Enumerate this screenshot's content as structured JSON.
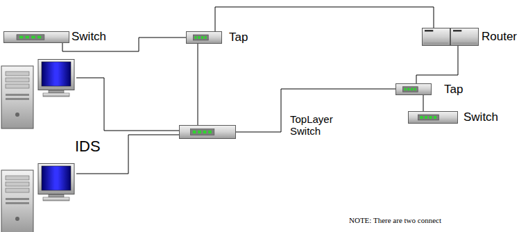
{
  "diagram": {
    "nodes": [
      {
        "text": [
          "Switch"
        ]
      },
      {
        "text": [
          "Tap"
        ]
      },
      {
        "text": [
          "Router"
        ]
      },
      {
        "text": [
          "Tap"
        ]
      },
      {
        "text": [
          "Switch"
        ]
      },
      {
        "text": [
          "TopLayer Switch"
        ]
      },
      {
        "text": [
          "IDS"
        ]
      }
    ],
    "edges": [
      {
        "from": 0,
        "to": 1,
        "arrow": "none"
      },
      {
        "from": 1,
        "to": 2,
        "arrow": "none"
      },
      {
        "from": 1,
        "to": 5,
        "arrow": "none"
      },
      {
        "from": 2,
        "to": 3,
        "arrow": "none"
      },
      {
        "from": 3,
        "to": 4,
        "arrow": "none"
      },
      {
        "from": 5,
        "to": 3,
        "arrow": "none"
      },
      {
        "from": 6,
        "to": 5,
        "arrow": "none"
      },
      {
        "from": 6,
        "to": 5,
        "arrow": "none"
      }
    ],
    "labels": [
      "NOTE: There are two connect"
    ]
  }
}
